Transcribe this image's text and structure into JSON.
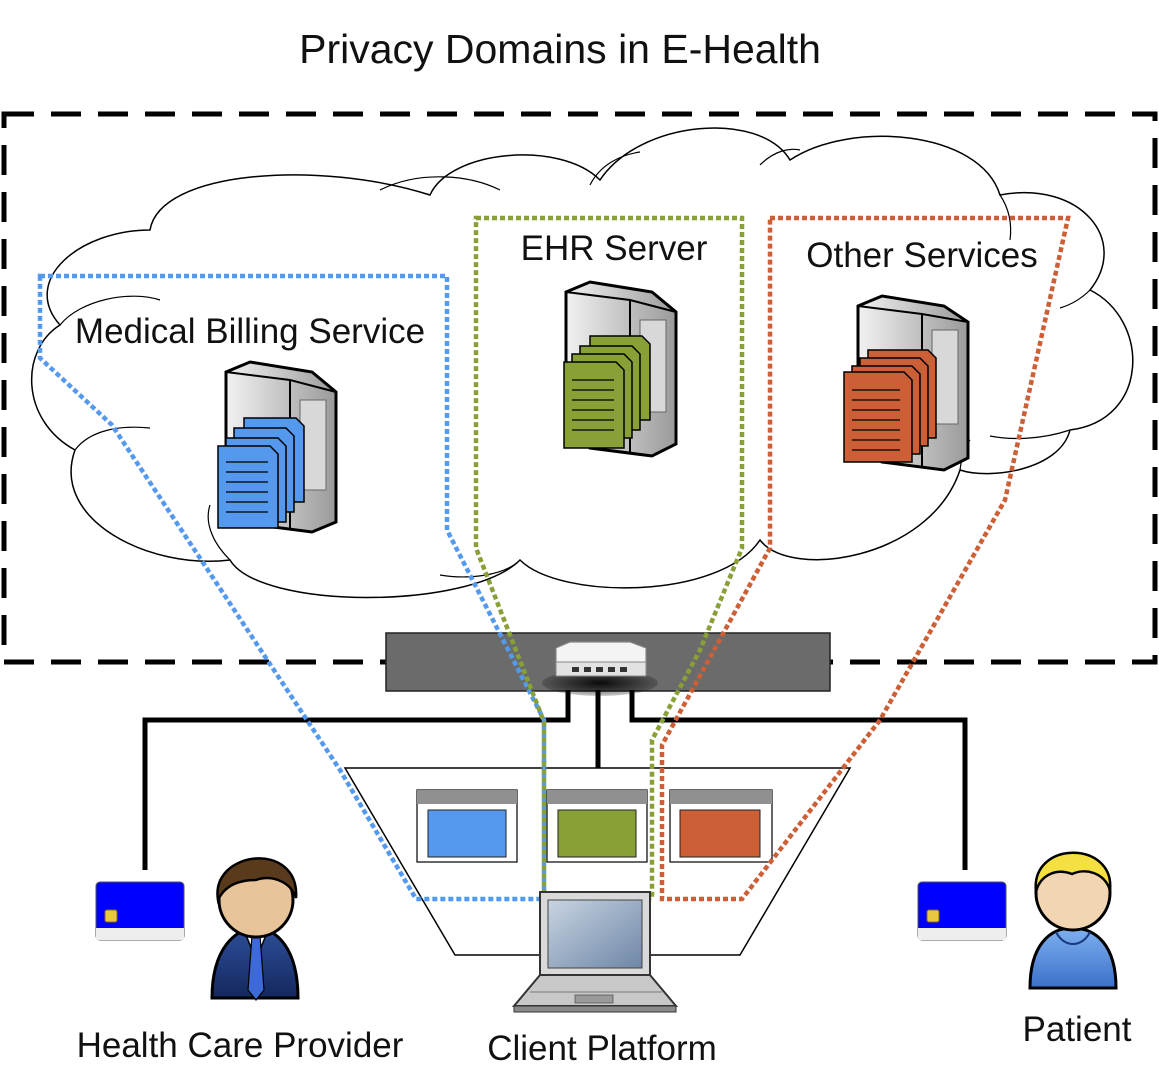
{
  "title": "Privacy Domains in E-Health",
  "domains": {
    "billing": {
      "label": "Medical Billing Service",
      "color": "#5599ee"
    },
    "ehr": {
      "label": "EHR Server",
      "color": "#88a036"
    },
    "other": {
      "label": "Other Services",
      "color": "#cc5f36"
    }
  },
  "actors": {
    "provider": {
      "label": "Health Care Provider"
    },
    "client": {
      "label": "Client Platform"
    },
    "patient": {
      "label": "Patient"
    }
  },
  "icons": {
    "router": "router-icon",
    "server": "server-icon",
    "documents": "document-stack-icon",
    "smartcard": "smart-card-icon",
    "laptop": "laptop-icon",
    "person": "person-icon",
    "cloud": "cloud-shape"
  }
}
